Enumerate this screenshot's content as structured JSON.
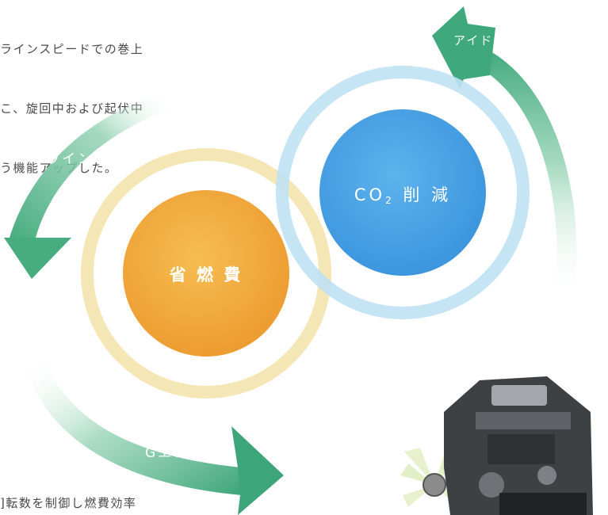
{
  "intro_lines": [
    "ラインスピードでの巻上",
    "こ、旋回中および起伏中",
    "う機能アップした。"
  ],
  "bottom_text": "]転数を制御し燃費効率",
  "labels": {
    "idle_stop": "アイドルストップ",
    "g_winch": "Gウインチ",
    "g_engine": "Gエンジン",
    "co2_main": "CO",
    "co2_sub": "2",
    "co2_suffix": " 削 減",
    "fuel_saving": "省 燃 費"
  },
  "colors": {
    "orange": "#efa43a",
    "blue": "#3f9de3",
    "yellow_ring": "#f3e3a8",
    "blue_ring": "#bfe1f3",
    "green": "#55b38a"
  }
}
